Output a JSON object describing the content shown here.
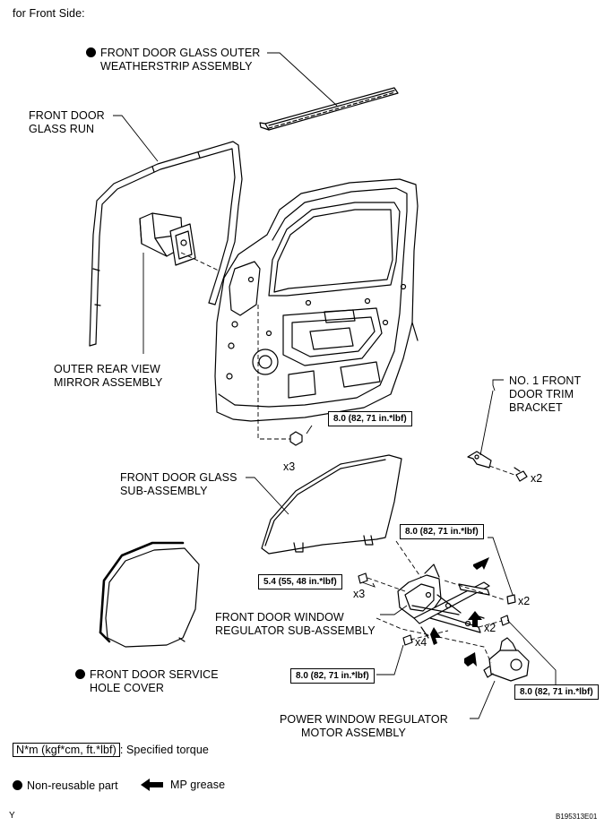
{
  "header": {
    "text": "for Front Side:"
  },
  "labels": {
    "outer_weatherstrip": [
      "FRONT DOOR GLASS OUTER",
      "WEATHERSTRIP ASSEMBLY"
    ],
    "glass_run": [
      "FRONT DOOR",
      "GLASS RUN"
    ],
    "mirror": [
      "OUTER REAR VIEW",
      "MIRROR ASSEMBLY"
    ],
    "trim_bracket": [
      "NO. 1 FRONT",
      "DOOR TRIM",
      "BRACKET"
    ],
    "door_glass": [
      "FRONT DOOR GLASS",
      "SUB-ASSEMBLY"
    ],
    "regulator": [
      "FRONT DOOR WINDOW",
      "REGULATOR SUB-ASSEMBLY"
    ],
    "service_cover": [
      "FRONT DOOR SERVICE",
      "HOLE COVER"
    ],
    "motor": [
      "POWER WINDOW REGULATOR",
      "MOTOR ASSEMBLY"
    ]
  },
  "torques": {
    "nut_door": "8.0 (82, 71 in.*lbf)",
    "regulator_bolt": "8.0 (82, 71 in.*lbf)",
    "glass_bolt": "5.4 (55, 48 in.*lbf)",
    "lower_bolt": "8.0 (82, 71 in.*lbf)",
    "motor_bolt": "8.0 (82, 71 in.*lbf)"
  },
  "counts": {
    "nut_door": "x3",
    "bracket": "x2",
    "glass_bolt": "x3",
    "regulator_bolt": "x2",
    "middle_bolt": "x2",
    "lower_bolt": "x4"
  },
  "legend": {
    "torque_box": "N*m (kgf*cm, ft.*lbf)",
    "torque_desc": ": Specified torque",
    "nonreusable": "Non-reusable part",
    "grease": "MP grease"
  },
  "footer": {
    "left": "Y",
    "code": "B195313E01"
  }
}
